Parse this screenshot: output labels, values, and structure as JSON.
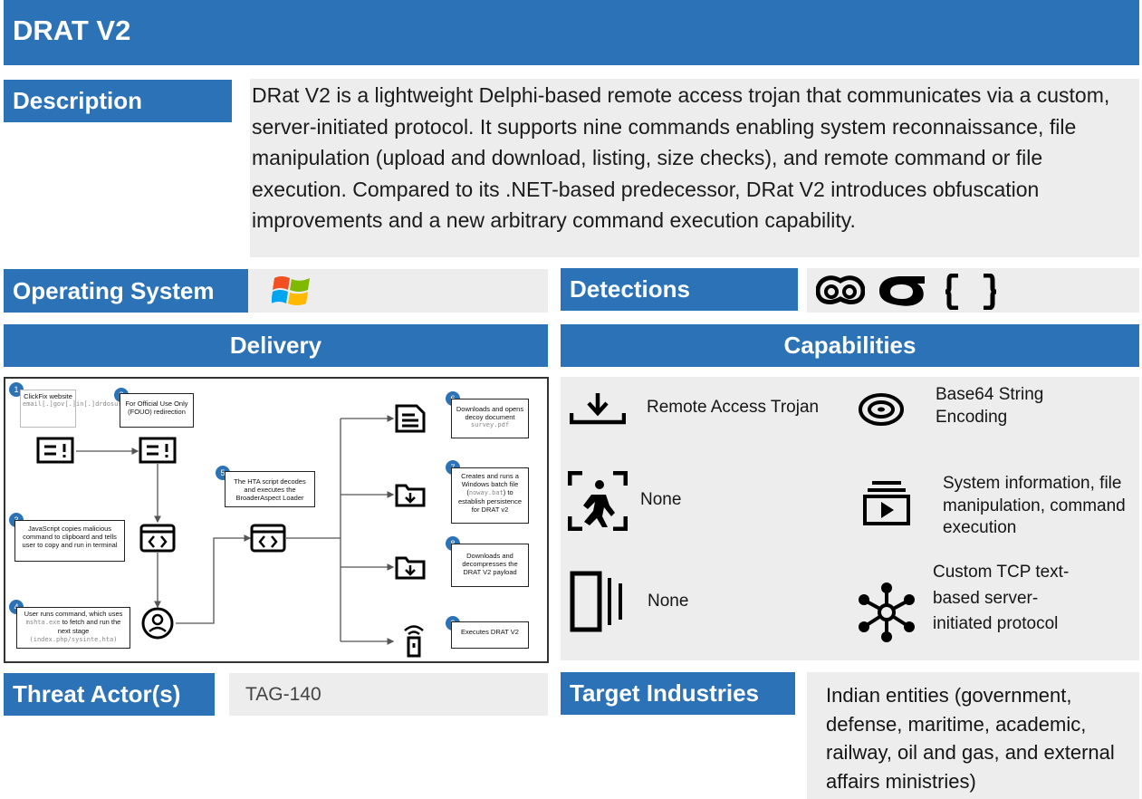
{
  "header": {
    "title": "DRAT V2"
  },
  "description": {
    "label": "Description",
    "text": "DRat V2 is a lightweight Delphi-based remote access trojan that communicates via a custom, server-initiated protocol. It supports nine commands enabling system reconnaissance, file manipulation (upload and download, listing, size checks), and remote command or file execution. Compared to its .NET-based predecessor, DRat V2 introduces obfuscation improvements and a new arbitrary command execution capability."
  },
  "operating_system": {
    "label": "Operating System",
    "icon": "windows-logo-icon"
  },
  "detections": {
    "label": "Detections",
    "icons": [
      "yara-icon",
      "sigma-icon",
      "snort-braces-icon"
    ]
  },
  "delivery": {
    "label": "Delivery",
    "steps": [
      {
        "num": "1",
        "text": "ClickFix website",
        "mono": "email[.]gov[.]in[.]drdosurvey[.]info"
      },
      {
        "num": "2",
        "text": "For Official Use Only (FOUO) redirection"
      },
      {
        "num": "3",
        "text": "JavaScript copies malicious command to clipboard and tells user to copy and run in terminal"
      },
      {
        "num": "4",
        "text_a": "User runs command, which uses",
        "mono": "mshta.exe",
        "text_b": "to fetch and run the next stage",
        "mono2": "(index.php/sysinte.hta)"
      },
      {
        "num": "5",
        "text": "The HTA script decodes and executes the BroaderAspect Loader"
      },
      {
        "num": "6",
        "text": "Downloads and opens decoy document",
        "mono": "survey.pdf"
      },
      {
        "num": "7",
        "text_a": "Creates and runs a Windows batch file (",
        "mono": "noway.bat",
        "text_b": ") to establish persistence for DRAT v2"
      },
      {
        "num": "8",
        "text": "Downloads and decompresses the DRAT V2 payload"
      },
      {
        "num": "9",
        "text": "Executes DRAT V2"
      }
    ]
  },
  "capabilities": {
    "label": "Capabilities",
    "items": [
      {
        "icon": "download-tray-icon",
        "text": "Remote Access Trojan"
      },
      {
        "icon": "encoding-disc-icon",
        "text": "Base64 String Encoding"
      },
      {
        "icon": "person-scan-icon",
        "text": "None"
      },
      {
        "icon": "media-stack-icon",
        "text": "System information, file manipulation, command execution"
      },
      {
        "icon": "panel-bars-icon",
        "text": "None"
      },
      {
        "icon": "network-hub-icon",
        "text": "Custom TCP text-based server-initiated protocol"
      }
    ]
  },
  "threat_actor": {
    "label": "Threat Actor(s)",
    "value": "TAG-140"
  },
  "target_industries": {
    "label": "Target Industries",
    "value": "Indian entities (government, defense, maritime, academic, railway, oil and gas, and external affairs ministries)"
  },
  "colors": {
    "accent": "#2b72b6",
    "panel": "#ededed"
  }
}
